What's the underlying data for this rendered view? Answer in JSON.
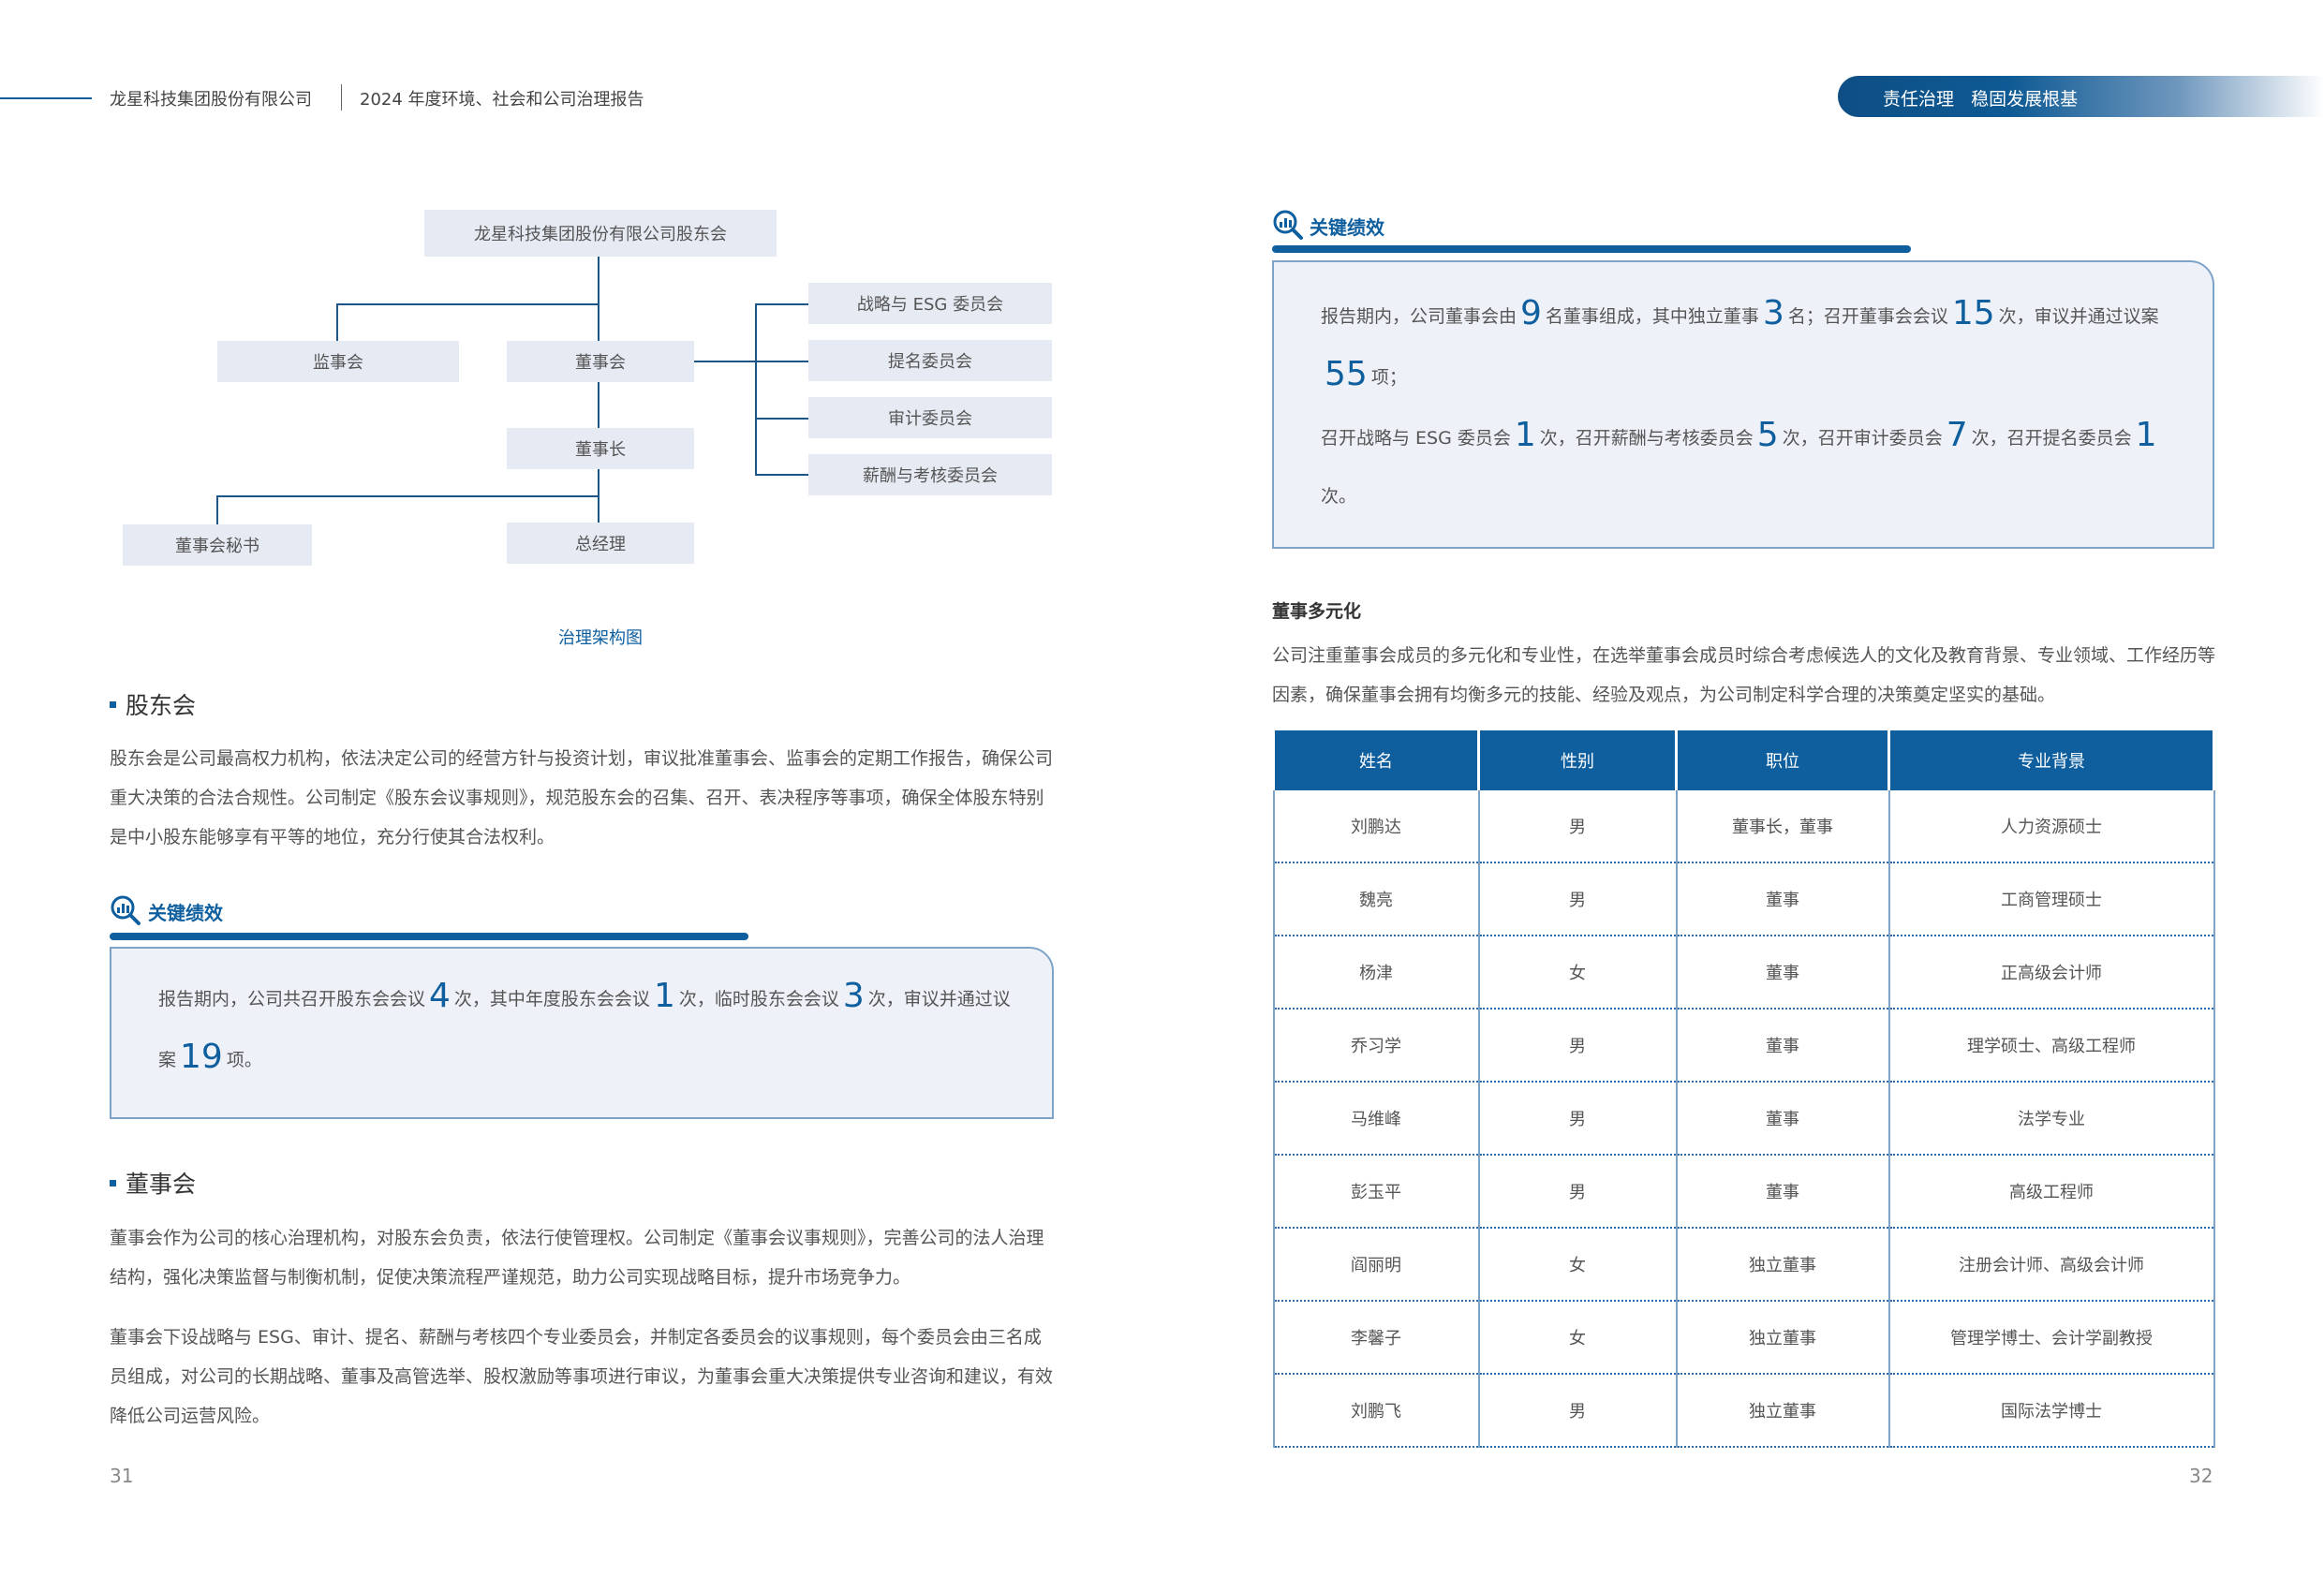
{
  "header": {
    "company": "龙星科技集团股份有限公司",
    "report": "2024 年度环境、社会和公司治理报告",
    "section_tag": "责任治理   稳固发展根基"
  },
  "org_chart": {
    "top": "龙星科技集团股份有限公司股东会",
    "supervisory": "监事会",
    "board": "董事会",
    "chairman": "董事长",
    "secretary": "董事会秘书",
    "gm": "总经理",
    "committees": [
      "战略与 ESG 委员会",
      "提名委员会",
      "审计委员会",
      "薪酬与考核委员会"
    ],
    "caption": "治理架构图"
  },
  "shareholders": {
    "title": "股东会",
    "paragraph": "股东会是公司最高权力机构，依法决定公司的经营方针与投资计划，审议批准董事会、监事会的定期工作报告，确保公司重大决策的合法合规性。公司制定《股东会议事规则》，规范股东会的召集、召开、表决程序等事项，确保全体股东特别是中小股东能够享有平等的地位，充分行使其合法权利。",
    "kp": {
      "title": "关键绩效",
      "t1": "报告期内，公司共召开股东会会议",
      "n1": "4",
      "t2": "次，其中年度股东会会议",
      "n2": "1",
      "t3": "次，临时股东会会议",
      "n3": "3",
      "t4": "次，审议并通过议案",
      "n4": "19",
      "t5": "项。"
    }
  },
  "board": {
    "title": "董事会",
    "p1": "董事会作为公司的核心治理机构，对股东会负责，依法行使管理权。公司制定《董事会议事规则》，完善公司的法人治理结构，强化决策监督与制衡机制，促使决策流程严谨规范，助力公司实现战略目标，提升市场竞争力。",
    "p2": "董事会下设战略与 ESG、审计、提名、薪酬与考核四个专业委员会，并制定各委员会的议事规则，每个委员会由三名成员组成，对公司的长期战略、董事及高管选举、股权激励等事项进行审议，为董事会重大决策提供专业咨询和建议，有效降低公司运营风险。"
  },
  "board_kp": {
    "title": "关键绩效",
    "t1": "报告期内，公司董事会由",
    "n1": "9",
    "t2": "名董事组成，其中独立董事",
    "n2": "3",
    "t3": "名；召开董事会会议",
    "n3": "15",
    "t4": "次，审议并通过议案",
    "n4": "55",
    "t5": "项；",
    "t6": "召开战略与 ESG 委员会",
    "n6": "1",
    "t7": "次，召开薪酬与考核委员会",
    "n7": "5",
    "t8": "次，召开审计委员会",
    "n8": "7",
    "t9": "次，召开提名委员会",
    "n9": "1",
    "t10": "次。"
  },
  "diversity": {
    "title": "董事多元化",
    "paragraph": "公司注重董事会成员的多元化和专业性，在选举董事会成员时综合考虑候选人的文化及教育背景、专业领域、工作经历等因素，确保董事会拥有均衡多元的技能、经验及观点，为公司制定科学合理的决策奠定坚实的基础。"
  },
  "table": {
    "headers": [
      "姓名",
      "性别",
      "职位",
      "专业背景"
    ],
    "rows": [
      [
        "刘鹏达",
        "男",
        "董事长，董事",
        "人力资源硕士"
      ],
      [
        "魏亮",
        "男",
        "董事",
        "工商管理硕士"
      ],
      [
        "杨津",
        "女",
        "董事",
        "正高级会计师"
      ],
      [
        "乔习学",
        "男",
        "董事",
        "理学硕士、高级工程师"
      ],
      [
        "马维峰",
        "男",
        "董事",
        "法学专业"
      ],
      [
        "彭玉平",
        "男",
        "董事",
        "高级工程师"
      ],
      [
        "阎丽明",
        "女",
        "独立董事",
        "注册会计师、高级会计师"
      ],
      [
        "李馨子",
        "女",
        "独立董事",
        "管理学博士、会计学副教授"
      ],
      [
        "刘鹏飞",
        "男",
        "独立董事",
        "国际法学博士"
      ]
    ]
  },
  "pages": {
    "left": "31",
    "right": "32"
  }
}
